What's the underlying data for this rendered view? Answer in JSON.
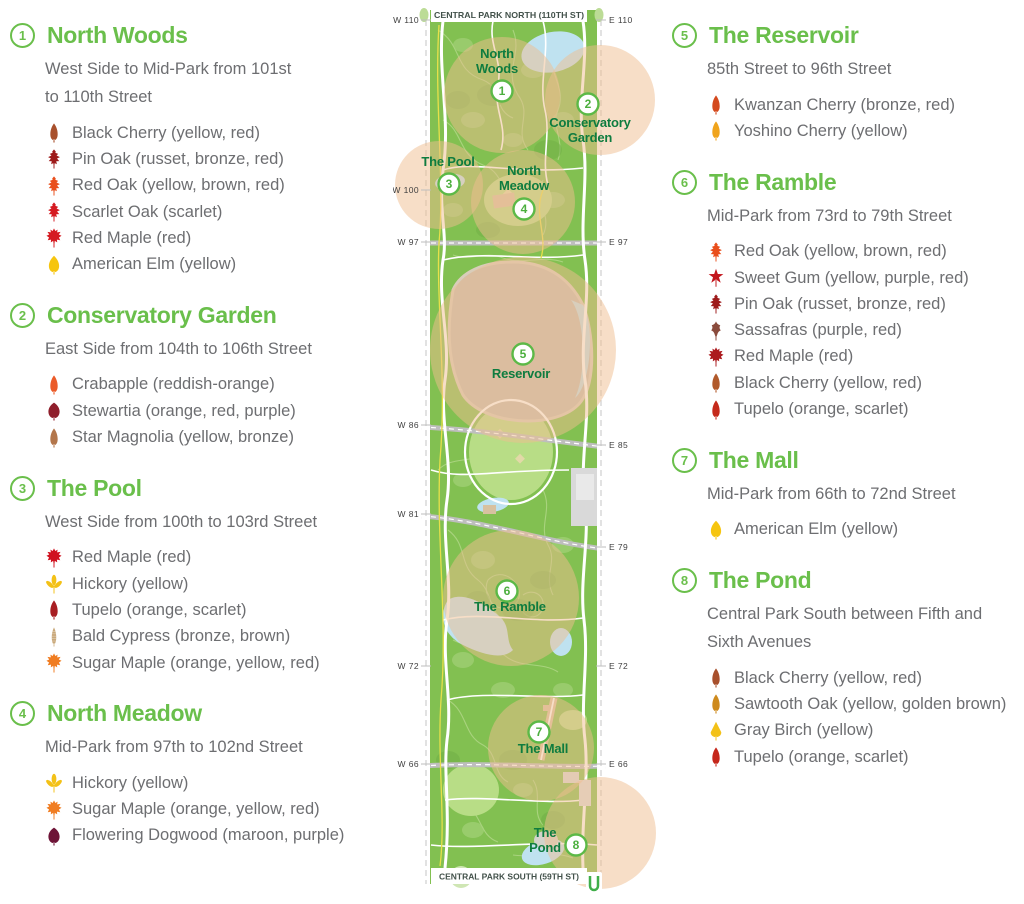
{
  "palette": {
    "heading_green": "#6ABF4B",
    "map_label_green": "#0E7C3F",
    "text_gray": "#6D6E71",
    "park_green": "#82C051",
    "water_blue": "#BFE2F0",
    "highlight_peach": "#F0BE8F",
    "reservoir_tan": "#C6BDAE"
  },
  "legend_left": [
    {
      "number": "1",
      "title": "North Woods",
      "location": "West Side to Mid-Park from 101st\nto 110th Street",
      "items": [
        {
          "label": "Black Cherry (yellow, red)",
          "icon": "narrow-leaf",
          "color": "#A8502C"
        },
        {
          "label": "Pin Oak (russet, bronze, red)",
          "icon": "oak-leaf",
          "color": "#9E1B1B"
        },
        {
          "label": "Red Oak (yellow, brown, red)",
          "icon": "oak-leaf",
          "color": "#E94E1B"
        },
        {
          "label": "Scarlet Oak (scarlet)",
          "icon": "oak-leaf",
          "color": "#D51A21"
        },
        {
          "label": "Red Maple (red)",
          "icon": "maple-leaf",
          "color": "#D51A21"
        },
        {
          "label": "American Elm (yellow)",
          "icon": "simple-leaf",
          "color": "#F6C50F"
        }
      ]
    },
    {
      "number": "2",
      "title": "Conservatory Garden",
      "location": "East Side from 104th to 106th Street",
      "items": [
        {
          "label": "Crabapple (reddish-orange)",
          "icon": "narrow-leaf",
          "color": "#EB5B29"
        },
        {
          "label": "Stewartia (orange, red, purple)",
          "icon": "round-leaf",
          "color": "#8F1E2B"
        },
        {
          "label": "Star Magnolia (yellow, bronze)",
          "icon": "narrow-leaf",
          "color": "#B3764B"
        }
      ]
    },
    {
      "number": "3",
      "title": "The Pool",
      "location": "West Side from 100th to 103rd Street",
      "items": [
        {
          "label": "Red Maple (red)",
          "icon": "maple-leaf",
          "color": "#D0111F"
        },
        {
          "label": "Hickory (yellow)",
          "icon": "hickory-leaf",
          "color": "#F3C117"
        },
        {
          "label": "Tupelo (orange, scarlet)",
          "icon": "narrow-leaf",
          "color": "#A81E22"
        },
        {
          "label": "Bald Cypress (bronze, brown)",
          "icon": "cypress-leaf",
          "color": "#C9A879"
        },
        {
          "label": "Sugar Maple (orange, yellow, red)",
          "icon": "maple-leaf",
          "color": "#F07D22"
        }
      ]
    },
    {
      "number": "4",
      "title": "North Meadow",
      "location": "Mid-Park from 97th to 102nd Street",
      "items": [
        {
          "label": "Hickory (yellow)",
          "icon": "hickory-leaf",
          "color": "#F3C117"
        },
        {
          "label": "Sugar Maple (orange, yellow, red)",
          "icon": "maple-leaf",
          "color": "#F07D22"
        },
        {
          "label": "Flowering Dogwood (maroon, purple)",
          "icon": "round-leaf",
          "color": "#6E1437"
        }
      ]
    }
  ],
  "legend_right": [
    {
      "number": "5",
      "title": "The Reservoir",
      "location": "85th Street to 96th Street",
      "items": [
        {
          "label": "Kwanzan Cherry (bronze, red)",
          "icon": "narrow-leaf",
          "color": "#D44A1E"
        },
        {
          "label": "Yoshino Cherry (yellow)",
          "icon": "narrow-leaf",
          "color": "#F0A41C"
        }
      ]
    },
    {
      "number": "6",
      "title": "The Ramble",
      "location": "Mid-Park from 73rd to 79th Street",
      "items": [
        {
          "label": "Red Oak (yellow, brown, red)",
          "icon": "oak-leaf",
          "color": "#E94E1B"
        },
        {
          "label": "Sweet Gum (yellow, purple, red)",
          "icon": "star-leaf",
          "color": "#C3161D"
        },
        {
          "label": "Pin Oak (russet, bronze, red)",
          "icon": "oak-leaf",
          "color": "#9E1B1B"
        },
        {
          "label": "Sassafras (purple, red)",
          "icon": "mitten-leaf",
          "color": "#8A4B3C"
        },
        {
          "label": "Red Maple (red)",
          "icon": "maple-leaf",
          "color": "#AC1A1E"
        },
        {
          "label": "Black Cherry (yellow, red)",
          "icon": "narrow-leaf",
          "color": "#B15A2B"
        },
        {
          "label": "Tupelo (orange, scarlet)",
          "icon": "narrow-leaf",
          "color": "#C52A1B"
        }
      ]
    },
    {
      "number": "7",
      "title": "The Mall",
      "location": "Mid-Park from 66th to 72nd Street",
      "items": [
        {
          "label": "American Elm (yellow)",
          "icon": "simple-leaf",
          "color": "#F6C50F"
        }
      ]
    },
    {
      "number": "8",
      "title": "The Pond",
      "location": "Central Park South between Fifth and\nSixth Avenues",
      "items": [
        {
          "label": "Black Cherry (yellow, red)",
          "icon": "narrow-leaf",
          "color": "#A8502C"
        },
        {
          "label": "Sawtooth Oak (yellow, golden brown)",
          "icon": "narrow-leaf",
          "color": "#CE8A1D"
        },
        {
          "label": "Gray Birch (yellow)",
          "icon": "birch-leaf",
          "color": "#F3C117"
        },
        {
          "label": "Tupelo (orange, scarlet)",
          "icon": "narrow-leaf",
          "color": "#C5271B"
        }
      ]
    }
  ],
  "map": {
    "header": "CENTRAL PARK NORTH (110TH ST)",
    "footer": "CENTRAL PARK SOUTH (59TH ST)",
    "streets_left": [
      "W 110",
      "W 100",
      "W 97",
      "W 86",
      "W 81",
      "W 72",
      "W 66"
    ],
    "streets_right": [
      "E 110",
      "E 97",
      "E 85",
      "E 79",
      "E 72",
      "E 66"
    ],
    "places": [
      {
        "number": "1",
        "label": "North Woods"
      },
      {
        "number": "2",
        "label": "Conservatory Garden"
      },
      {
        "number": "3",
        "label": "The Pool"
      },
      {
        "number": "4",
        "label": "North Meadow"
      },
      {
        "number": "5",
        "label": "Reservoir"
      },
      {
        "number": "6",
        "label": "The Ramble"
      },
      {
        "number": "7",
        "label": "The Mall"
      },
      {
        "number": "8",
        "label": "The Pond"
      }
    ]
  }
}
